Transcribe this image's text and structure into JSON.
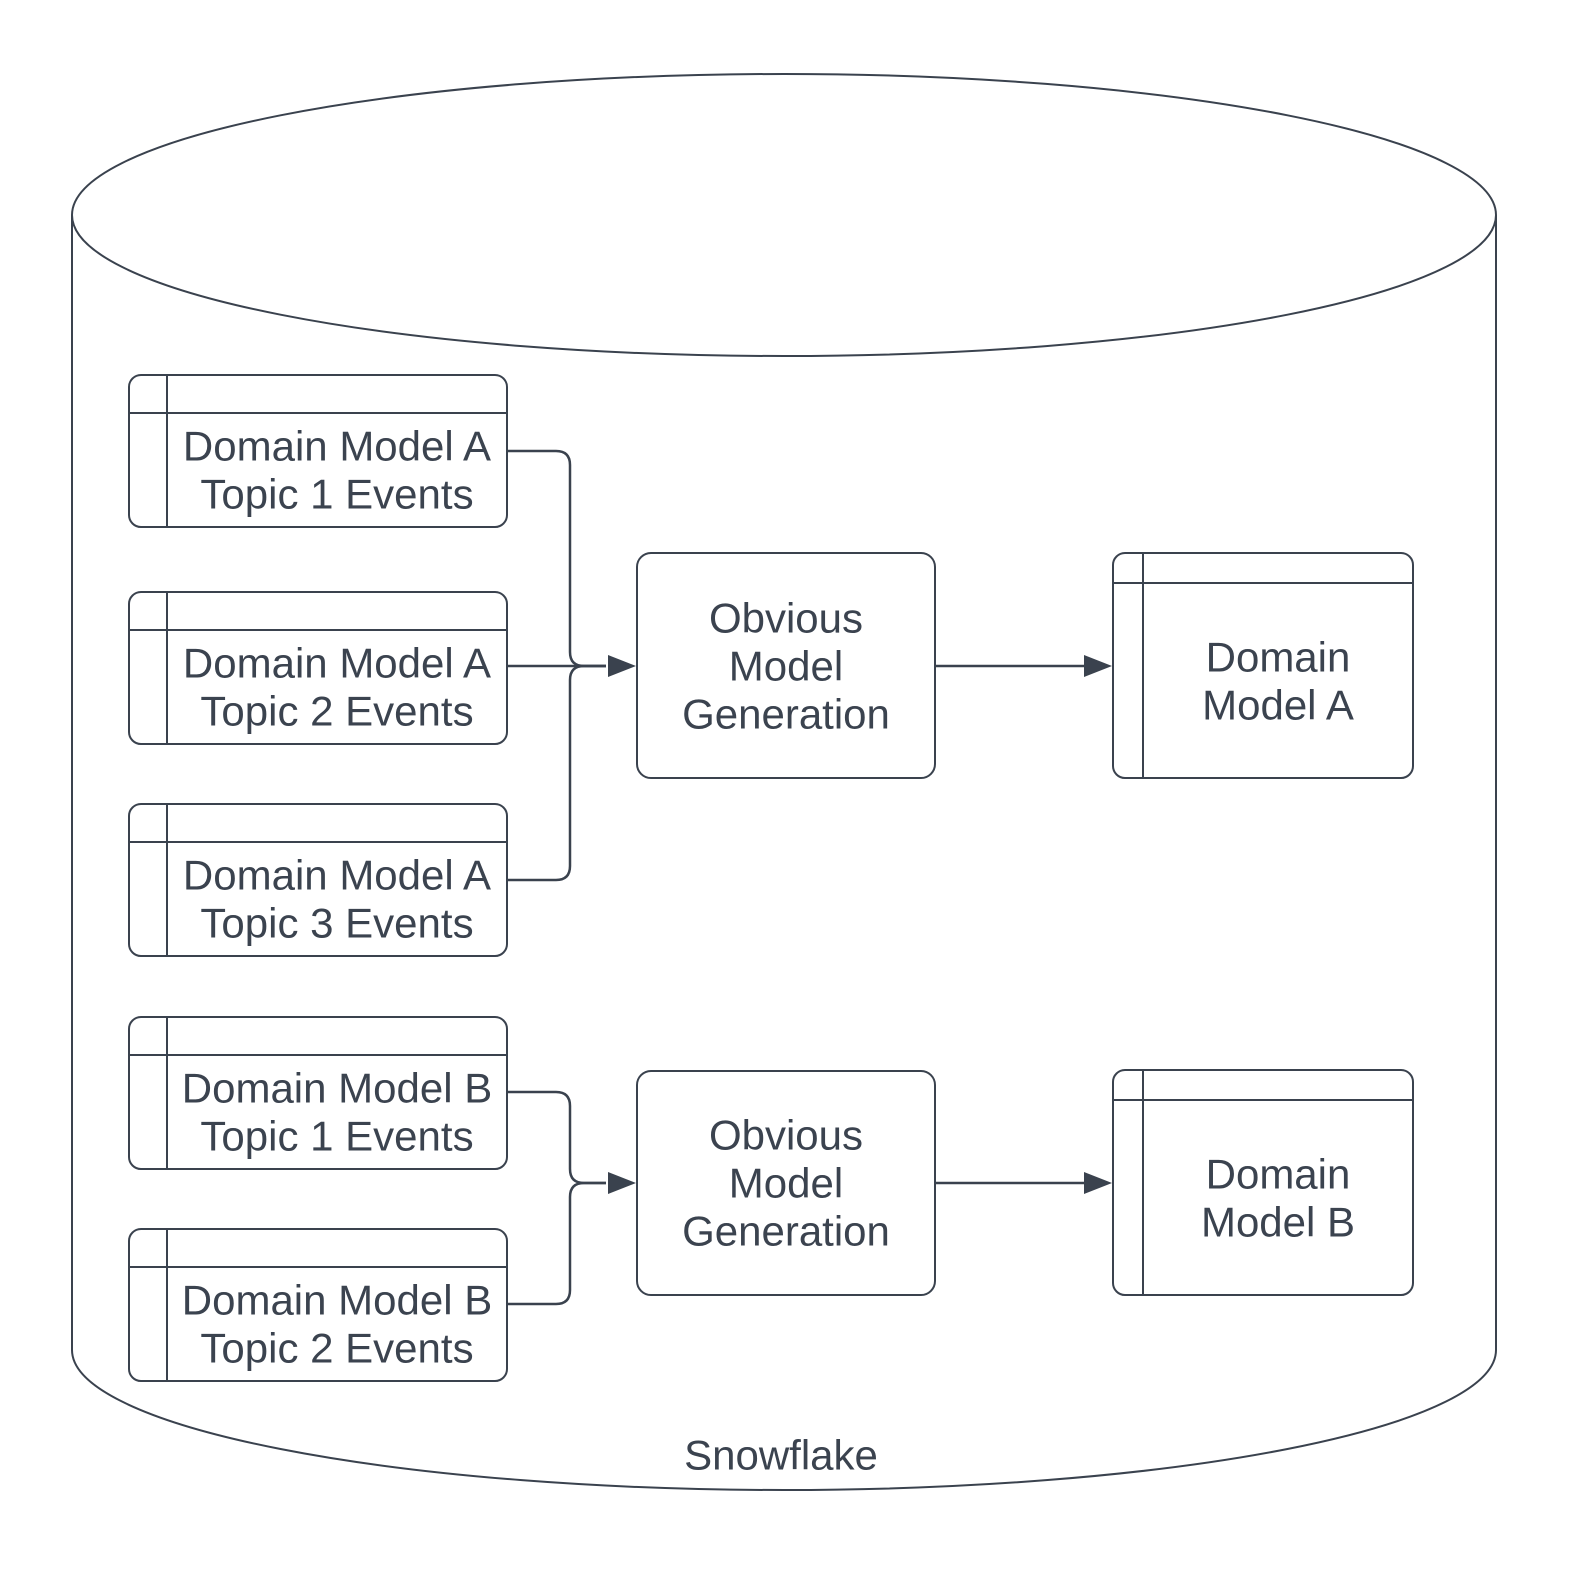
{
  "diagram": {
    "kind": "data-flow-diagram",
    "colors": {
      "stroke": "#3a424e",
      "text": "#3b434f",
      "shape_fill": "#ffffff",
      "background": "#ffffff"
    },
    "container": {
      "shape": "database-cylinder",
      "label": "Snowflake"
    },
    "groups": [
      {
        "name": "domain-model-a",
        "sources": [
          {
            "line1": "Domain Model A",
            "line2": "Topic 1 Events"
          },
          {
            "line1": "Domain Model A",
            "line2": "Topic 2 Events"
          },
          {
            "line1": "Domain Model A",
            "line2": "Topic 3 Events"
          }
        ],
        "process": {
          "line1": "Obvious",
          "line2": "Model",
          "line3": "Generation"
        },
        "output": {
          "line1": "Domain",
          "line2": "Model A"
        }
      },
      {
        "name": "domain-model-b",
        "sources": [
          {
            "line1": "Domain Model B",
            "line2": "Topic 1 Events"
          },
          {
            "line1": "Domain Model B",
            "line2": "Topic 2 Events"
          }
        ],
        "process": {
          "line1": "Obvious",
          "line2": "Model",
          "line3": "Generation"
        },
        "output": {
          "line1": "Domain",
          "line2": "Model B"
        }
      }
    ]
  }
}
